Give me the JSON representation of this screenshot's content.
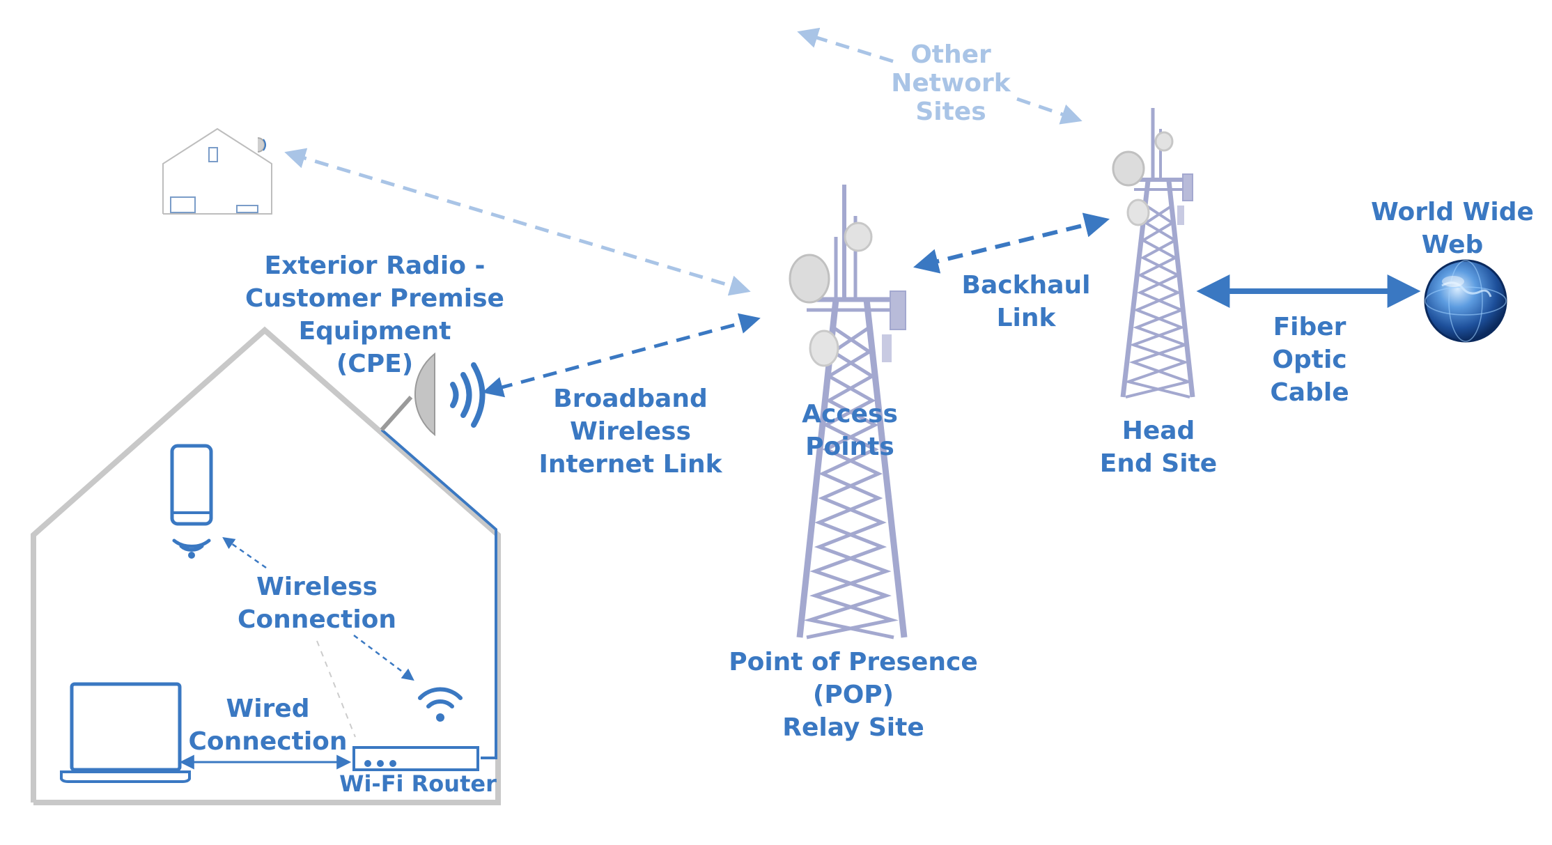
{
  "labels": {
    "other_network_sites": [
      "Other",
      "Network",
      "Sites"
    ],
    "exterior_radio": [
      "Exterior Radio -",
      "Customer Premise",
      "Equipment",
      "(CPE)"
    ],
    "broadband_link": [
      "Broadband",
      "Wireless",
      "Internet Link"
    ],
    "access_points": [
      "Access",
      "Points"
    ],
    "backhaul_link": [
      "Backhaul",
      "Link"
    ],
    "head_end_site": [
      "Head",
      "End Site"
    ],
    "world_wide_web": [
      "World Wide",
      "Web"
    ],
    "fiber_optic_cable": [
      "Fiber",
      "Optic",
      "Cable"
    ],
    "point_of_presence": [
      "Point of Presence",
      "(POP)",
      "Relay Site"
    ],
    "wireless_connection": [
      "Wireless",
      "Connection"
    ],
    "wired_connection": [
      "Wired",
      "Connection"
    ],
    "wifi_router": "Wi-Fi Router"
  },
  "colors": {
    "primary_blue": "#3a78c2",
    "light_blue": "#a9c4e6",
    "house_gray": "#c8c8c8",
    "tower_lavender": "#a3a8cf"
  }
}
